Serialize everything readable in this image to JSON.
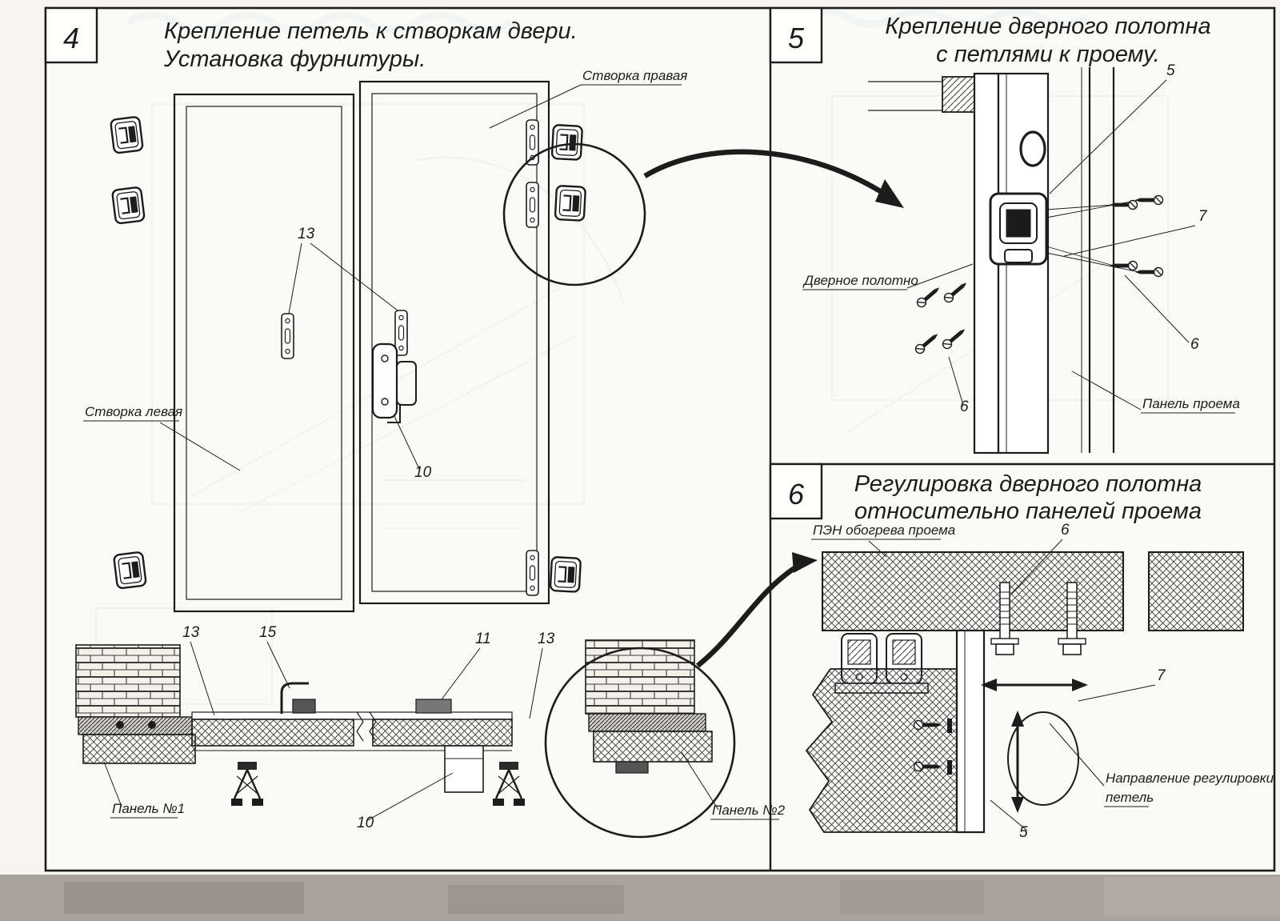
{
  "colors": {
    "ink": "#1c1c1c",
    "paper": "#f6f5f1",
    "sheet": "#fefefc",
    "scan_strip": "#a8a49b",
    "ghost_bleed": "#6f87a6"
  },
  "panel4": {
    "number": "4",
    "title1": "Крепление петель к створкам двери.",
    "title2": "Установка фурнитуры.",
    "labels": {
      "right_leaf": "Створка правая",
      "left_leaf": "Створка левая",
      "panel1": "Панель №1",
      "panel2": "Панель №2"
    },
    "callouts": {
      "hinge_plates": "13",
      "latch": "10",
      "section_hinge": "13",
      "bracket": "15",
      "keeper": "11",
      "section_hinge2": "13",
      "lock": "10"
    }
  },
  "panel5": {
    "number": "5",
    "title1": "Крепление дверного полотна",
    "title2": "с петлями к проему.",
    "labels": {
      "door_leaf": "Дверное полотно",
      "opening_panel": "Панель проема"
    },
    "callouts": {
      "hinge": "5",
      "screw_set": "7",
      "screws_right": "6",
      "screws_left": "6"
    }
  },
  "panel6": {
    "number": "6",
    "title1": "Регулировка дверного полотна",
    "title2": "относительно панелей проема",
    "labels": {
      "heater": "ПЭН обогрева проема",
      "direction1": "Направление регулировки",
      "direction2": "петель"
    },
    "callouts": {
      "bolts": "6",
      "hinge_screw": "7",
      "door_edge": "5"
    }
  }
}
